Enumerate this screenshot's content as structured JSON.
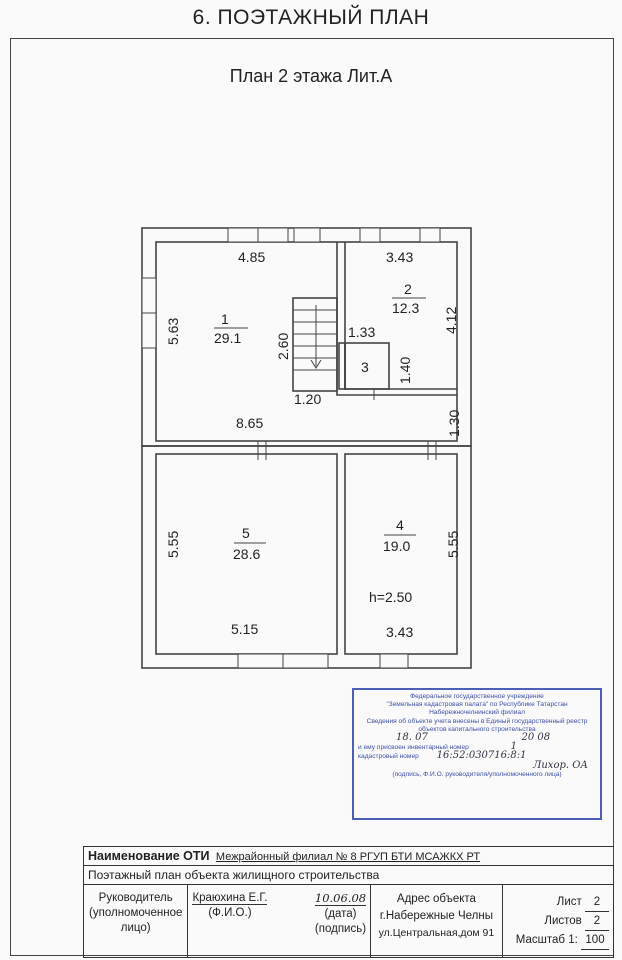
{
  "page_heading": "6. ПОЭТАЖНЫЙ ПЛАН",
  "plan_title": "План 2 этажа Лит.А",
  "plan": {
    "room1": {
      "number": "1",
      "area": "29.1",
      "width_top": "4.85",
      "height_left": "5.63",
      "stair_len": "2.60",
      "stair_w": "1.20",
      "width_bottom": "8.65"
    },
    "room2": {
      "number": "2",
      "area": "12.3",
      "width_top": "3.43",
      "height_right": "4.12"
    },
    "room3": {
      "number": "3",
      "width": "1.33",
      "height": "1.40"
    },
    "corridor": {
      "height": "1.30"
    },
    "room5": {
      "number": "5",
      "area": "28.6",
      "height_left": "5.55",
      "width_bottom": "5.15"
    },
    "room4": {
      "number": "4",
      "area": "19.0",
      "height_right": "5.55",
      "width_bottom": "3.43",
      "ceiling": "h=2.50"
    }
  },
  "stamp": {
    "lines": [
      "Федеральное государственное учреждение",
      "\"Земельная кадастровая палата\" по Республике Татарстан",
      "Набережночелнинский филиал",
      "Сведения об объекте учета внесены в Единый государственный реестр",
      "объектов капитального строительства"
    ],
    "date_day": "18. 07",
    "date_year": "20 08",
    "inventory_label": "и ему присвоен инвентарный номер",
    "inventory_value": "1",
    "cadastral_label": "кадастровый номер",
    "cadastral_value": "16:52:030716:8:1",
    "signature": "Лихор. ОА",
    "footer": "(подпись, Ф.И.О. руководителя/уполномоченного лица)"
  },
  "table": {
    "oti_label": "Наименование ОТИ",
    "oti_value": "Межрайонный филиал № 8 РГУП БТИ МСАЖКХ РТ",
    "plan_name": "Поэтажный план объекта жилищного строительства",
    "head_label": "Руководитель",
    "head_label2": "(уполномоченное",
    "head_label3": "лицо)",
    "head_name": "Краюхина Е.Г.",
    "fio_label": "(Ф.И.О.)",
    "date_value": "10.06.08",
    "date_label": "(дата)",
    "sign_label": "(подпись)",
    "address_label": "Адрес объекта",
    "city": "г.Набережные Челны",
    "street": "ул.Центральная,дом 91",
    "sheet_label": "Лист",
    "sheet_value": "2",
    "sheets_label": "Листов",
    "sheets_value": "2",
    "scale_label": "Масштаб 1:",
    "scale_value": "100"
  }
}
